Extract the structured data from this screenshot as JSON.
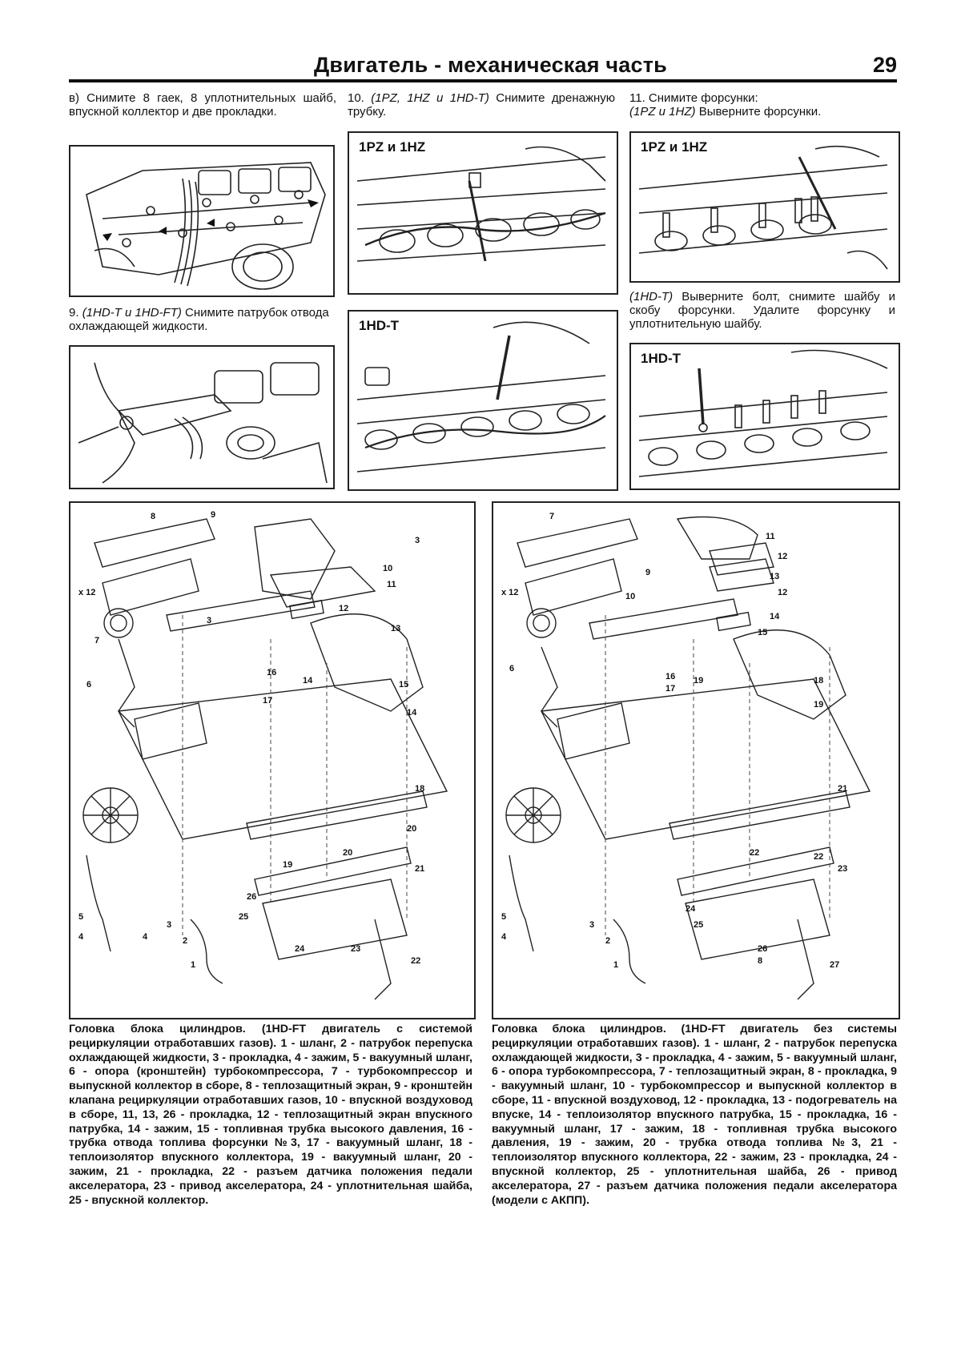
{
  "header": {
    "title": "Двигатель - механическая часть",
    "page_number": "29"
  },
  "steps": {
    "s8c": "в) Снимите 8 гаек, 8 уплотнительных шайб, впускной коллектор и две прокладки.",
    "s9_num": "9.",
    "s9_models": "(1HD-T и 1HD-FT)",
    "s9_text": "Снимите патрубок отвода охлаждающей жидкости.",
    "s10_num": "10.",
    "s10_models": "(1PZ, 1HZ и 1HD-T)",
    "s10_text": "Снимите дренажную трубку.",
    "s11_line1": "11. Снимите форсунки:",
    "s11_models": "(1PZ и 1HZ)",
    "s11_text": "Выверните форсунки.",
    "s11b_models": "(1HD-T)",
    "s11b_text": "Выверните болт, снимите шайбу и скобу форсунки. Удалите форсунку и уплотнительную шайбу."
  },
  "figure_labels": {
    "f10": "1PZ и 1HZ",
    "f11": "1PZ и 1HZ",
    "f10b": "1HD-T",
    "f11b": "1HD-T"
  },
  "diagram_left": {
    "callouts": [
      {
        "n": "8"
      },
      {
        "n": "9"
      },
      {
        "n": "3"
      },
      {
        "n": "10"
      },
      {
        "n": "11"
      },
      {
        "n": "12"
      },
      {
        "n": "x 12"
      },
      {
        "n": "3"
      },
      {
        "n": "13"
      },
      {
        "n": "7"
      },
      {
        "n": "6"
      },
      {
        "n": "16"
      },
      {
        "n": "14"
      },
      {
        "n": "15"
      },
      {
        "n": "17"
      },
      {
        "n": "14"
      },
      {
        "n": "18"
      },
      {
        "n": "20"
      },
      {
        "n": "19"
      },
      {
        "n": "20"
      },
      {
        "n": "21"
      },
      {
        "n": "26"
      },
      {
        "n": "5"
      },
      {
        "n": "4"
      },
      {
        "n": "3"
      },
      {
        "n": "2"
      },
      {
        "n": "1"
      },
      {
        "n": "24"
      },
      {
        "n": "23"
      },
      {
        "n": "22"
      },
      {
        "n": "25"
      },
      {
        "n": "4"
      }
    ]
  },
  "diagram_right": {
    "callouts": [
      {
        "n": "7"
      },
      {
        "n": "11"
      },
      {
        "n": "12"
      },
      {
        "n": "13"
      },
      {
        "n": "12"
      },
      {
        "n": "9"
      },
      {
        "n": "x 12"
      },
      {
        "n": "10"
      },
      {
        "n": "14"
      },
      {
        "n": "15"
      },
      {
        "n": "16"
      },
      {
        "n": "17"
      },
      {
        "n": "19"
      },
      {
        "n": "18"
      },
      {
        "n": "6"
      },
      {
        "n": "19"
      },
      {
        "n": "21"
      },
      {
        "n": "22"
      },
      {
        "n": "22"
      },
      {
        "n": "23"
      },
      {
        "n": "5"
      },
      {
        "n": "4"
      },
      {
        "n": "24"
      },
      {
        "n": "25"
      },
      {
        "n": "3"
      },
      {
        "n": "2"
      },
      {
        "n": "1"
      },
      {
        "n": "26"
      },
      {
        "n": "27"
      },
      {
        "n": "8"
      }
    ]
  },
  "captions": {
    "left": "Головка блока цилиндров. (1HD-FT двигатель с системой рециркуляции отработавших газов). 1 - шланг, 2 - патрубок перепуска охлаждающей жидкости, 3 - прокладка, 4 - зажим, 5 - вакуумный шланг, 6 - опора (кронштейн) турбокомпрессора, 7 - турбокомпрессор и выпускной коллектор в сборе, 8 - теплозащитный экран, 9 - кронштейн клапана рециркуляции отработавших газов, 10 - впускной воздуховод в сборе, 11, 13, 26 - прокладка, 12 - теплозащитный экран впускного патрубка, 14 - зажим, 15 - топливная трубка высокого давления, 16 - трубка отвода топлива форсунки №3, 17 - вакуумный шланг, 18 - теплоизолятор впускного коллектора, 19 - вакуумный шланг, 20 - зажим, 21 - прокладка, 22 - разъем датчика положения педали акселератора, 23 - привод акселератора, 24 - уплотнительная шайба, 25 - впускной коллектор.",
    "right": "Головка блока цилиндров. (1HD-FT двигатель без системы рециркуляции отработавших газов). 1 - шланг, 2 - патрубок перепуска охлаждающей жидкости, 3 - прокладка, 4 - зажим, 5 - вакуумный шланг, 6 - опора турбокомпрессора, 7 - теплозащитный экран, 8 - прокладка, 9 - вакуумный шланг, 10 - турбокомпрессор и выпускной коллектор в сборе, 11 - впускной воздуховод, 12 - прокладка, 13 - подогреватель на впуске, 14 - теплоизолятор впускного патрубка, 15 - прокладка, 16 - вакуумный шланг, 17 - зажим, 18 - топливная трубка высокого давления, 19 - зажим, 20 - трубка отвода топлива №3, 21 - теплоизолятор впускного коллектора, 22 - зажим, 23 - прокладка, 24 - впускной коллектор, 25 - уплотнительная шайба, 26 - привод акселератора, 27 - разъем датчика положения педали акселератора (модели с АКПП)."
  }
}
